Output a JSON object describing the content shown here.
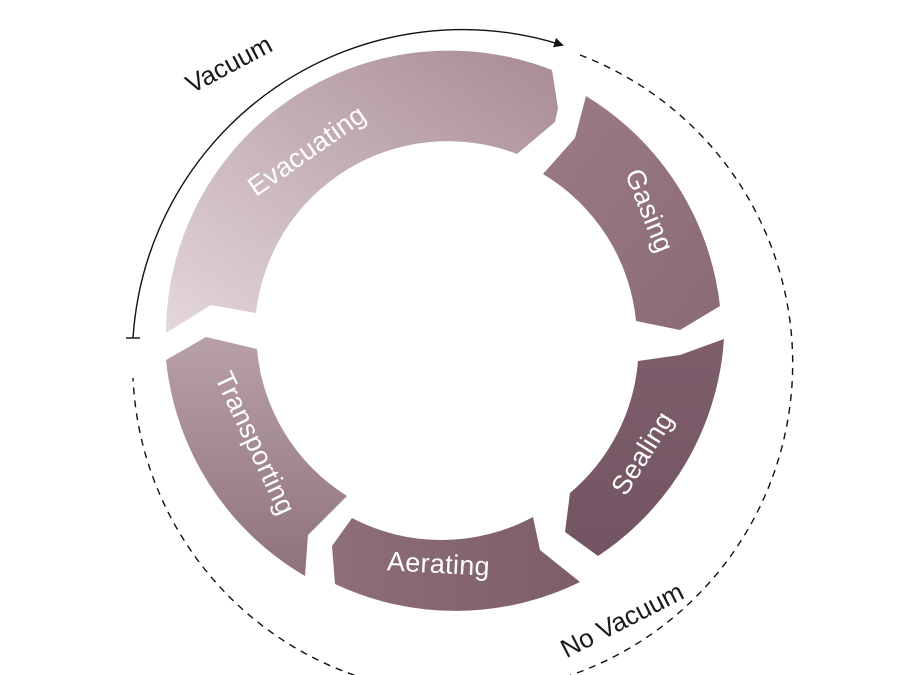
{
  "diagram": {
    "steps": [
      {
        "label": "Evacuating"
      },
      {
        "label": "Gasing"
      },
      {
        "label": "Sealing"
      },
      {
        "label": "Aerating"
      },
      {
        "label": "Transporting"
      }
    ],
    "phase_labels": {
      "vacuum": "Vacuum",
      "no_vacuum": "No Vacuum"
    },
    "colors": {
      "segment_light": "#d9c8ce",
      "segment_mid": "#a8878f",
      "segment_dark": "#735462",
      "outline": "#111111"
    }
  }
}
